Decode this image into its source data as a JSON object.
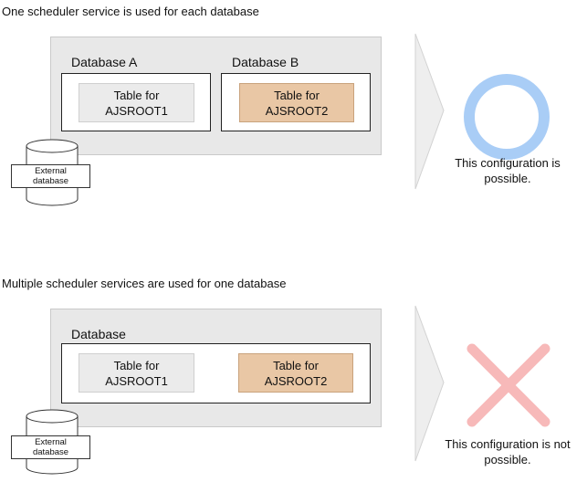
{
  "sections": [
    {
      "heading": "One scheduler service is used for each database",
      "databases": [
        {
          "label": "Database A",
          "table": {
            "line1": "Table for",
            "line2": "AJSROOT1"
          }
        },
        {
          "label": "Database B",
          "table": {
            "line1": "Table for",
            "line2": "AJSROOT2"
          }
        }
      ],
      "external": {
        "line1": "External",
        "line2": "database"
      },
      "result": {
        "icon": "circle-icon",
        "color": "#a9cdf6",
        "line1": "This configuration is",
        "line2": "possible."
      }
    },
    {
      "heading": "Multiple scheduler services are used for one database",
      "database": {
        "label": "Database",
        "tables": [
          {
            "line1": "Table for",
            "line2": "AJSROOT1"
          },
          {
            "line1": "Table for",
            "line2": "AJSROOT2"
          }
        ]
      },
      "external": {
        "line1": "External",
        "line2": "database"
      },
      "result": {
        "icon": "cross-icon",
        "color": "#f7b9b9",
        "line1": "This configuration is not",
        "line2": "possible."
      }
    }
  ],
  "colors": {
    "panel": "#e8e8e8",
    "table_gray": "#ebebeb",
    "table_orange": "#e9c7a5",
    "arrow": "#eeeeee"
  }
}
